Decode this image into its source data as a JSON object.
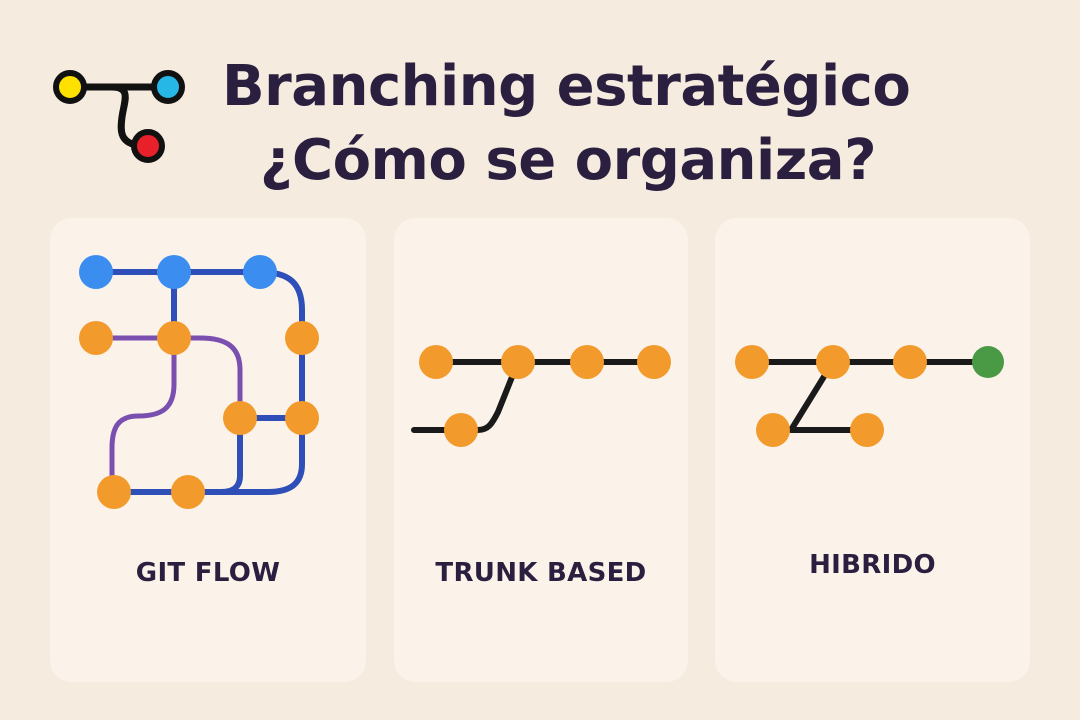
{
  "header": {
    "title_line1": "Branching estratégico",
    "title_line2": "¿Cómo se organiza?",
    "logo_icon": "git-branch-icon"
  },
  "colors": {
    "background": "#f6ebdf",
    "card": "#fbf3ea",
    "text": "#2a1f3f",
    "main_branch": "#2f4fb8",
    "feature_branch": "#7a4fb0",
    "commit_blue": "#3b8ef0",
    "commit_orange": "#f39a2c",
    "commit_green": "#4a9a45",
    "trunk_line": "#1a1a1a",
    "logo_yellow": "#ffe100",
    "logo_cyan": "#27b7e6",
    "logo_red": "#e8202a"
  },
  "cards": [
    {
      "id": "git-flow",
      "label": "GIT FLOW"
    },
    {
      "id": "trunk-based",
      "label": "TRUNK BASED"
    },
    {
      "id": "hibrido",
      "label": "HIBRIDO"
    }
  ]
}
